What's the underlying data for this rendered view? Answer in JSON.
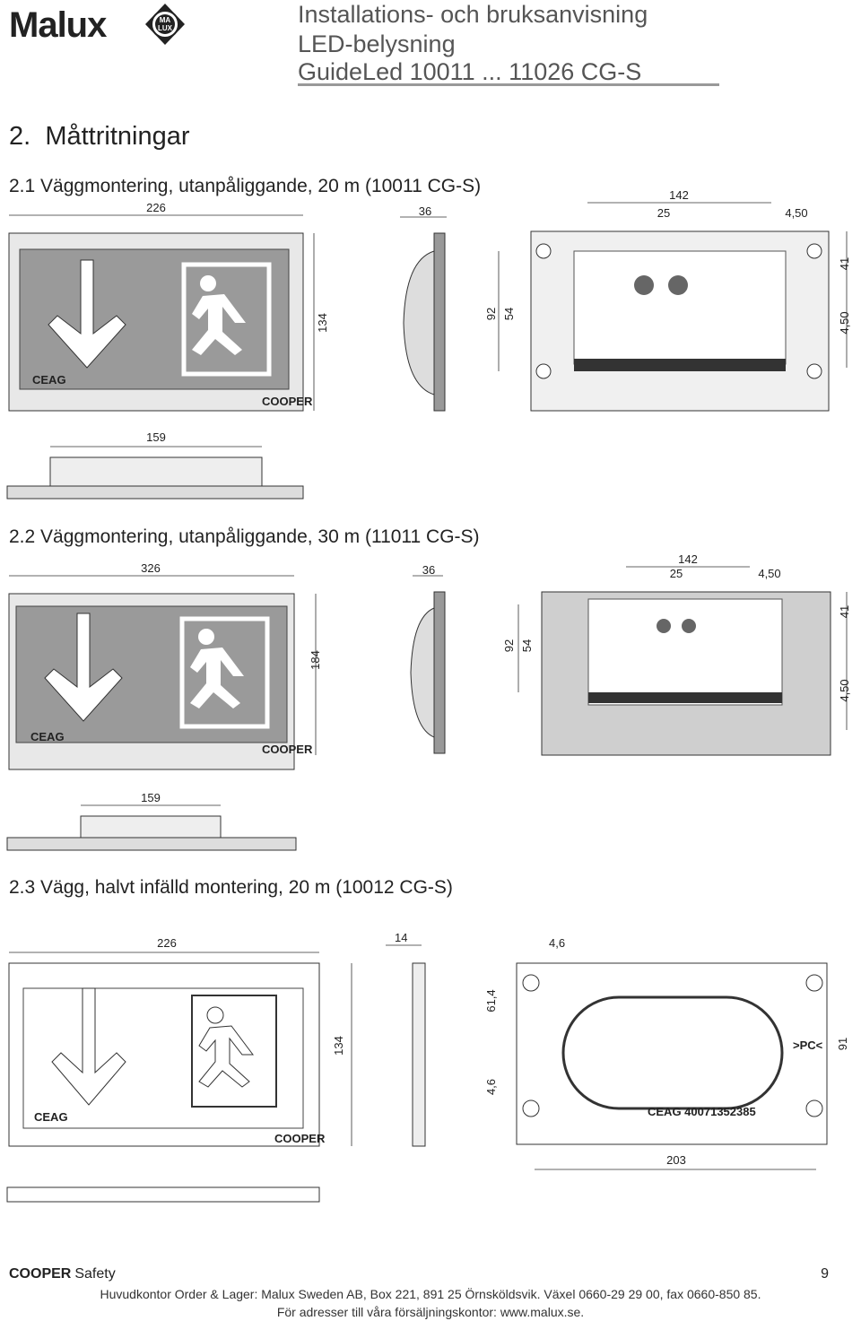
{
  "header": {
    "brand": "Malux",
    "seal_text": "MA LUX",
    "title_lines": [
      "Installations- och bruksanvisning",
      "LED-belysning",
      "GuideLed 10011 ... 11026 CG-S"
    ]
  },
  "section": {
    "number": "2.",
    "title": "Måttritningar"
  },
  "subsections": [
    {
      "title": "2.1 Väggmontering, utanpåliggande, 20 m (10011 CG-S)",
      "front_width": "226",
      "front_height": "134",
      "side_depth": "36",
      "bottom_width": "159",
      "back_dims": [
        "142",
        "25",
        "4,50",
        "41",
        "92",
        "54",
        "4,50"
      ],
      "brands": [
        "CEAG",
        "COOPER"
      ]
    },
    {
      "title": "2.2  Väggmontering, utanpåliggande, 30 m (11011 CG-S)",
      "front_width": "326",
      "front_height": "184",
      "side_depth": "36",
      "bottom_width": "159",
      "back_dims": [
        "142",
        "25",
        "4,50",
        "41",
        "92",
        "54",
        "4,50"
      ],
      "brands": [
        "CEAG",
        "COOPER"
      ]
    },
    {
      "title": "2.3  Vägg, halvt infälld montering, 20 m (10012 CG-S)",
      "front_width": "226",
      "front_height": "134",
      "side_depth": "14",
      "back_dims": [
        "4,6",
        "61,4",
        "4,6",
        "91",
        "203"
      ],
      "back_labels": [
        ">PC<",
        "CEAG 40071352385"
      ],
      "brands": [
        "CEAG",
        "COOPER"
      ]
    }
  ],
  "footer": {
    "brand": "COOPER",
    "brand_suffix": "Safety",
    "page": "9",
    "line1": "Huvudkontor Order & Lager: Malux Sweden AB, Box 221, 891 25 Örnsköldsvik. Växel 0660-29 29 00, fax 0660-850 85.",
    "line2": "För adresser till våra försäljningskontor:  www.malux.se."
  }
}
